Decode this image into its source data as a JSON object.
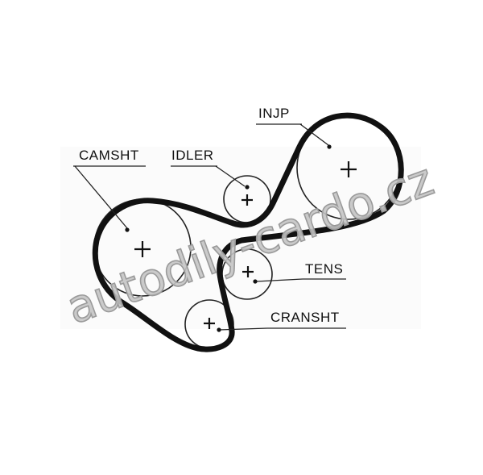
{
  "labels": {
    "camsht": "CAMSHT",
    "idler": "IDLER",
    "injp": "INJP",
    "tens": "TENS",
    "cransht": "CRANSHT"
  },
  "watermark": "autodily-cardo.cz",
  "colors": {
    "belt": "#111111",
    "pulley_outline": "#222222",
    "leader": "#222222",
    "watermark_fill": "#c4c4c4",
    "watermark_stroke": "#9a9a9a",
    "background": "#ffffff"
  }
}
